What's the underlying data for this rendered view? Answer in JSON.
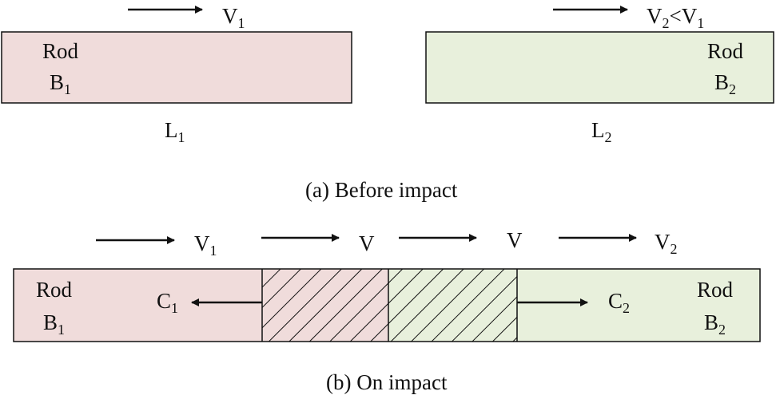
{
  "colors": {
    "rod_b1_fill": "#f0dcdb",
    "rod_b2_fill": "#e8f0dc",
    "stroke": "#111111"
  },
  "panel_a": {
    "caption": "(a)  Before impact",
    "rod_b1": {
      "word": "Rod",
      "letter": "B",
      "sub": "1"
    },
    "rod_b2": {
      "word": "Rod",
      "letter": "B",
      "sub": "2"
    },
    "v1": {
      "letter": "V",
      "sub": "1"
    },
    "v2": {
      "letter1": "V",
      "sub1": "2",
      "lt": "<",
      "letter2": "V",
      "sub2": "1"
    },
    "l1": {
      "letter": "L",
      "sub": "1"
    },
    "l2": {
      "letter": "L",
      "sub": "2"
    }
  },
  "panel_b": {
    "caption": "(b)  On impact",
    "rod_b1": {
      "word": "Rod",
      "letter": "B",
      "sub": "1"
    },
    "rod_b2": {
      "word": "Rod",
      "letter": "B",
      "sub": "2"
    },
    "v1": {
      "letter": "V",
      "sub": "1"
    },
    "v_mid_left": "V",
    "v_mid_right": "V",
    "v2": {
      "letter": "V",
      "sub": "2"
    },
    "c1": {
      "letter": "C",
      "sub": "1"
    },
    "c2": {
      "letter": "C",
      "sub": "2"
    }
  }
}
